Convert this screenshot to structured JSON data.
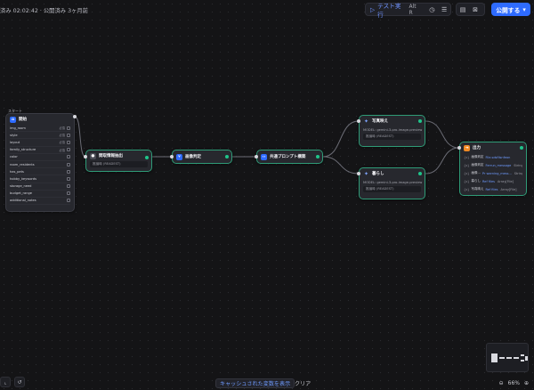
{
  "header": {
    "status": "済み 02:02:42 · 公開済み 3ヶ月前",
    "run_label": "テスト実行",
    "run_shortcut": "Alt R",
    "publish_label": "公開する"
  },
  "start_node": {
    "section_label": "スタート",
    "title": "開始",
    "variables": [
      {
        "name": "img_room",
        "tag": "必須"
      },
      {
        "name": "style",
        "tag": "必須"
      },
      {
        "name": "layout",
        "tag": "必須"
      },
      {
        "name": "family_structure",
        "tag": "必須"
      },
      {
        "name": "color",
        "tag": ""
      },
      {
        "name": "room_residents",
        "tag": ""
      },
      {
        "name": "has_pets",
        "tag": ""
      },
      {
        "name": "hobby_keywords",
        "tag": ""
      },
      {
        "name": "storage_need",
        "tag": ""
      },
      {
        "name": "budget_range",
        "tag": ""
      },
      {
        "name": "additional_notes",
        "tag": ""
      }
    ]
  },
  "node_extract": {
    "title": "間取情報抽出",
    "sub": "推論時 (READEST)"
  },
  "node_judge": {
    "title": "画像判定"
  },
  "node_prompt": {
    "title": "共通プロンプト構築"
  },
  "node_replace": {
    "title": "写真映え",
    "model": "MODEL: gemini-3-pro-image-preview",
    "sub": "推論時 (READEST)"
  },
  "node_living": {
    "title": "暮らし",
    "model": "MODEL: gemini-3-pro-image-preview",
    "sub": "推論時 (READEST)"
  },
  "node_output": {
    "title": "出力",
    "rows": [
      {
        "name": "画像判定",
        "ref": "File.sdsfilsnfeon",
        "type": ""
      },
      {
        "name": "画像判定",
        "ref": "Ferrun_message",
        "type": "String"
      },
      {
        "name": "画像...",
        "ref": "Pr warning_mess...",
        "type": "String"
      },
      {
        "name": "暮らし",
        "ref": "Ref files",
        "type": "Array[File]"
      },
      {
        "name": "写真映え",
        "ref": "Ref files",
        "type": "Array[File]"
      }
    ]
  },
  "footer": {
    "cache_label": "キャッシュされた変数を表示",
    "clear_label": "クリア",
    "zoom": "66%"
  }
}
